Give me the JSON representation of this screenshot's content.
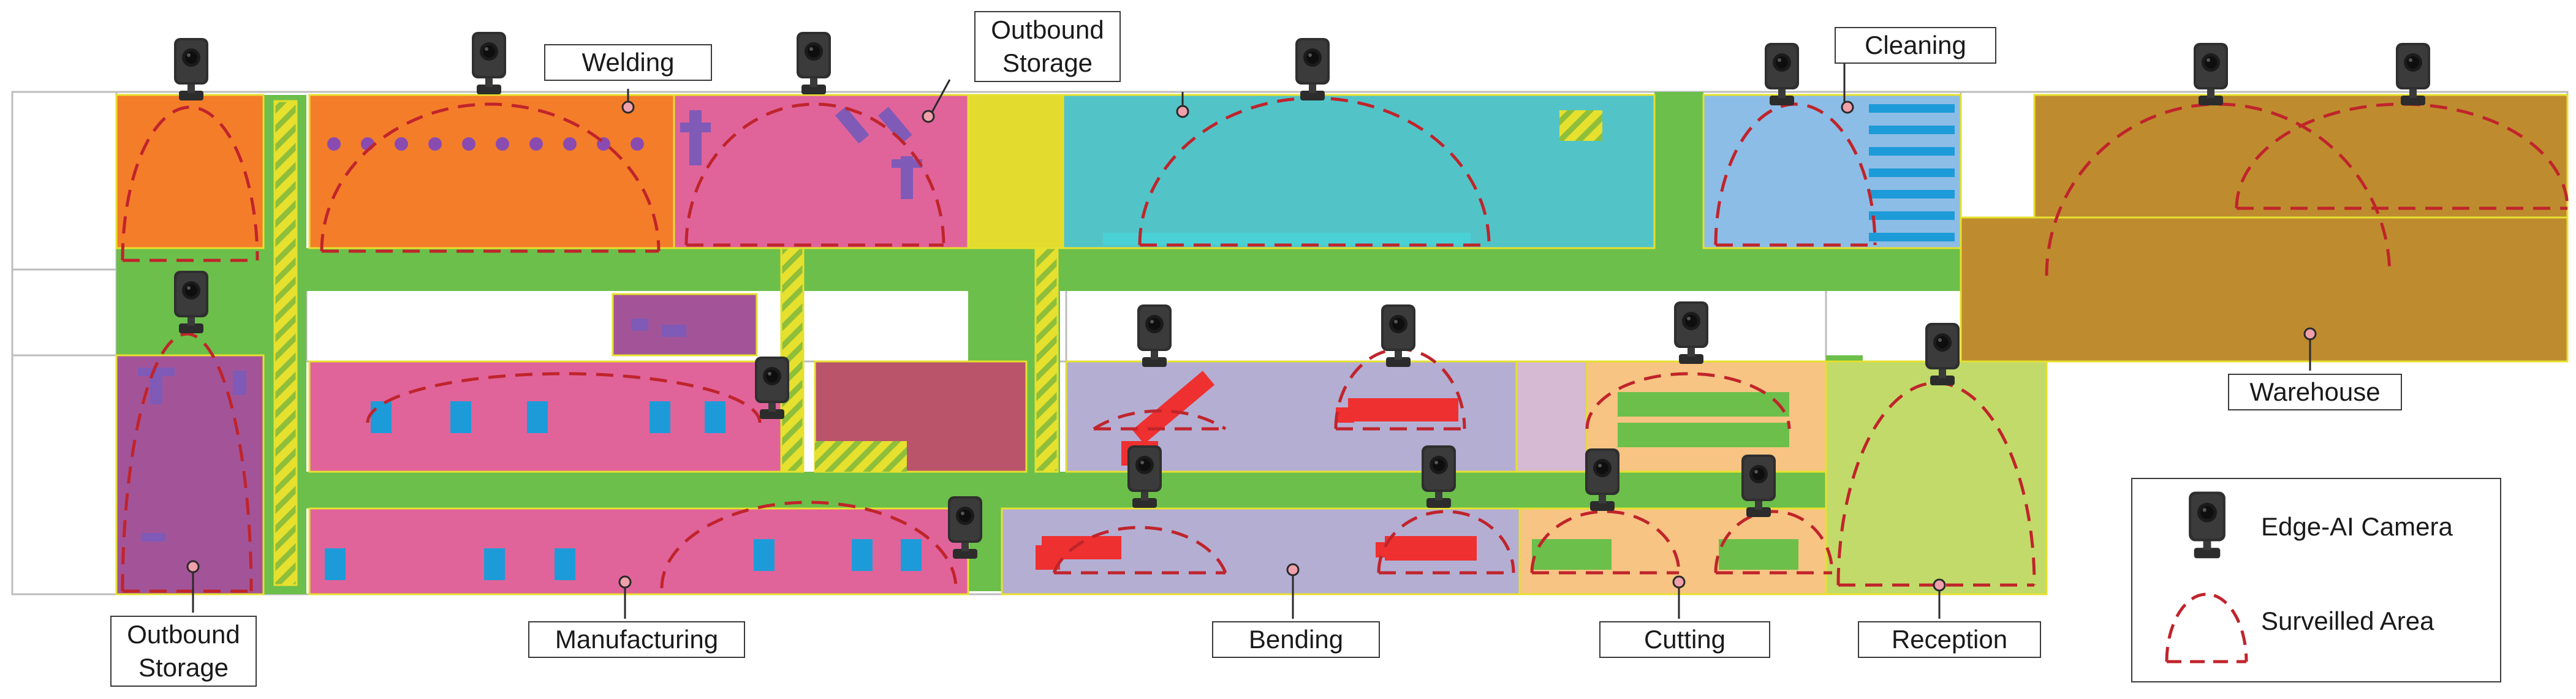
{
  "labels": {
    "welding": "Welding",
    "outbound_storage_top_1": "Outbound",
    "outbound_storage_top_2": "Storage",
    "cleaning": "Cleaning",
    "warehouse": "Warehouse",
    "outbound_storage_bottom_1": "Outbound",
    "outbound_storage_bottom_2": "Storage",
    "manufacturing": "Manufacturing",
    "bending": "Bending",
    "cutting": "Cutting",
    "reception": "Reception"
  },
  "legend": {
    "camera": "Edge-AI Camera",
    "surveilled": "Surveilled Area"
  },
  "colors": {
    "corridor": "#6cbf4a",
    "orange": "#f47d2a",
    "pink": "#e0649a",
    "magenta": "#d56296",
    "purple": "#a35498",
    "yellow": "#e3dc2e",
    "cyan": "#52c4c8",
    "light_blue": "#8cbde6",
    "tan": "#be8c2f",
    "lavender": "#b4aed3",
    "light_orange": "#f7c483",
    "light_green": "#c2da6a",
    "maroon": "#b9546b",
    "red_machine": "#ee3030",
    "blue_machine": "#1d9bd8",
    "dash": "#c0242b",
    "camera": "#2c2c2c"
  },
  "icons": [
    "camera-icon",
    "surveilled-area-icon"
  ]
}
